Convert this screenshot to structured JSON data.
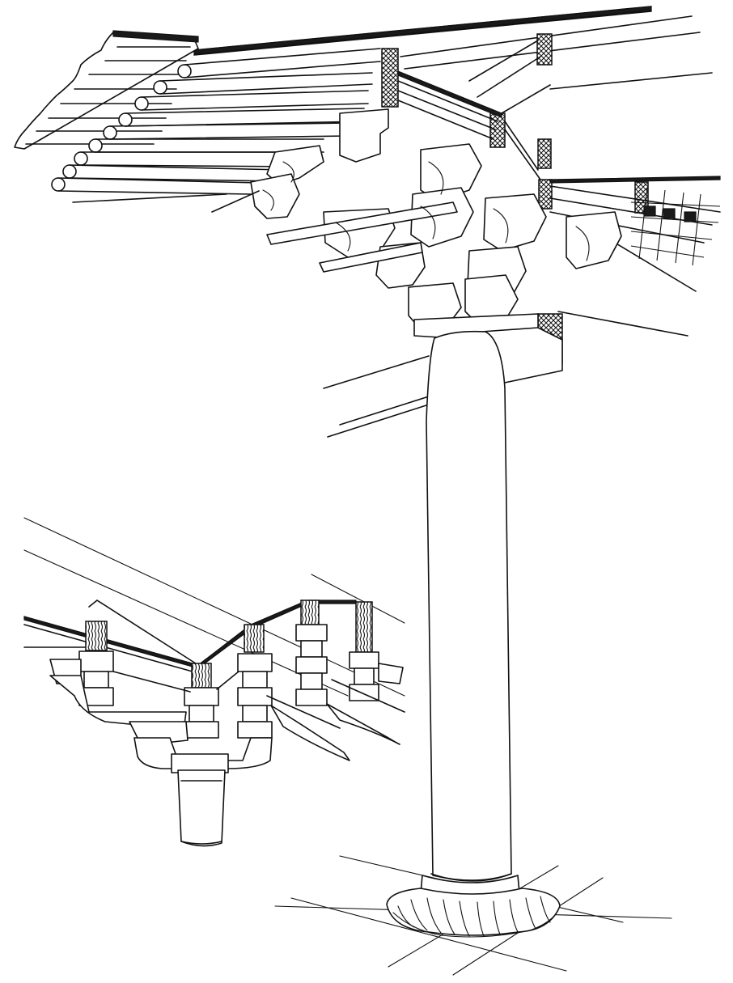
{
  "drawing": {
    "colors": {
      "ink": "#111111",
      "paper": "#ffffff"
    },
    "components": [
      "roof-eave-rafters",
      "bracket-set-cluster",
      "column",
      "lotus-column-base",
      "floor-grid",
      "inset-bracket-elevation"
    ]
  }
}
